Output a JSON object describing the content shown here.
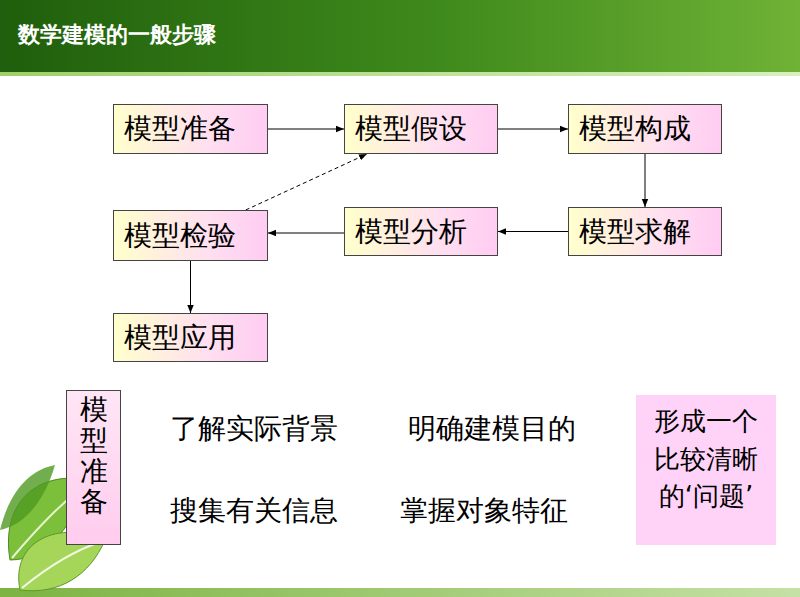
{
  "diagram": {
    "title": "数学建模的一般步骤",
    "nodes": [
      {
        "text": [
          "模型准备"
        ]
      },
      {
        "text": [
          "模型假设"
        ]
      },
      {
        "text": [
          "模型构成"
        ]
      },
      {
        "text": [
          "模型检验"
        ]
      },
      {
        "text": [
          "模型分析"
        ]
      },
      {
        "text": [
          "模型求解"
        ]
      },
      {
        "text": [
          "模型应用"
        ]
      },
      {
        "text": [
          "模型准备"
        ]
      },
      {
        "text": [
          "形成一个 比较清晰 的‘问题’"
        ]
      }
    ],
    "edges": [
      {
        "from": 0,
        "to": 1,
        "arrow": "to"
      },
      {
        "from": 1,
        "to": 2,
        "arrow": "to"
      },
      {
        "from": 2,
        "to": 5,
        "arrow": "to"
      },
      {
        "from": 5,
        "to": 4,
        "arrow": "to"
      },
      {
        "from": 4,
        "to": 3,
        "arrow": "to"
      },
      {
        "from": 3,
        "to": 1,
        "arrow": "to"
      },
      {
        "from": 3,
        "to": 6,
        "arrow": "to"
      }
    ],
    "labels": [
      "了解实际背景",
      "明确建模目的",
      "搜集有关信息",
      "掌握对象特征"
    ]
  }
}
